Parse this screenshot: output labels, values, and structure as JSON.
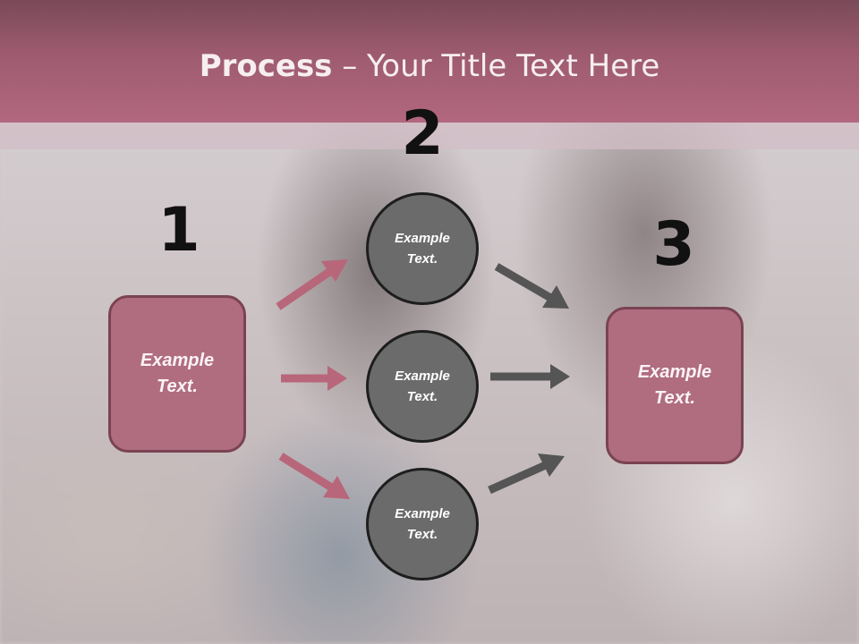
{
  "title": {
    "bold": "Process",
    "rest": " – Your Title Text Here"
  },
  "steps": {
    "one": "1",
    "two": "2",
    "three": "3"
  },
  "left_box": {
    "line1": "Example",
    "line2": "Text."
  },
  "right_box": {
    "line1": "Example",
    "line2": "Text."
  },
  "circles": [
    {
      "line1": "Example",
      "line2": "Text."
    },
    {
      "line1": "Example",
      "line2": "Text."
    },
    {
      "line1": "Example",
      "line2": "Text."
    }
  ],
  "colors": {
    "header": "#a25e72",
    "box_fill": "#b06d80",
    "box_border": "#7a4353",
    "circle_fill": "#6b6b6b",
    "arrow_left": "#b8667a",
    "arrow_right": "#555555"
  }
}
